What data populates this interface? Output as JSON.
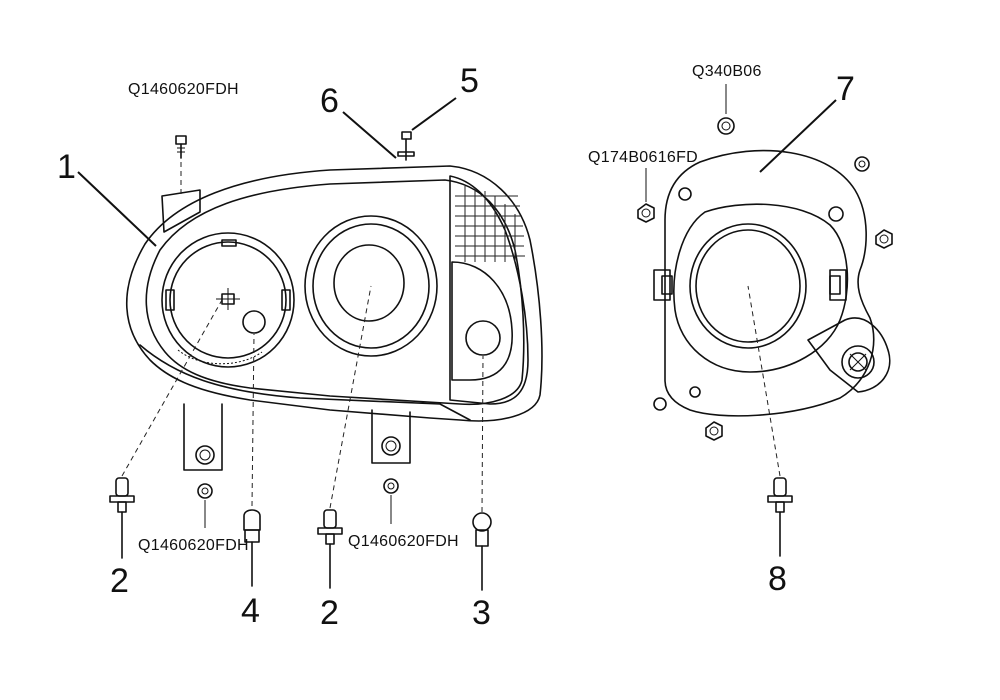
{
  "part_numbers": {
    "p1": "1",
    "p2a": "2",
    "p2b": "2",
    "p3": "3",
    "p4": "4",
    "p5": "5",
    "p6": "6",
    "p7": "7",
    "p8": "8"
  },
  "codes": {
    "bolt_top": "Q1460620FDH",
    "washer_left": "Q1460620FDH",
    "washer_mid": "Q1460620FDH",
    "washer_fog": "Q340B06",
    "nut_fog": "Q174B0616FD"
  }
}
